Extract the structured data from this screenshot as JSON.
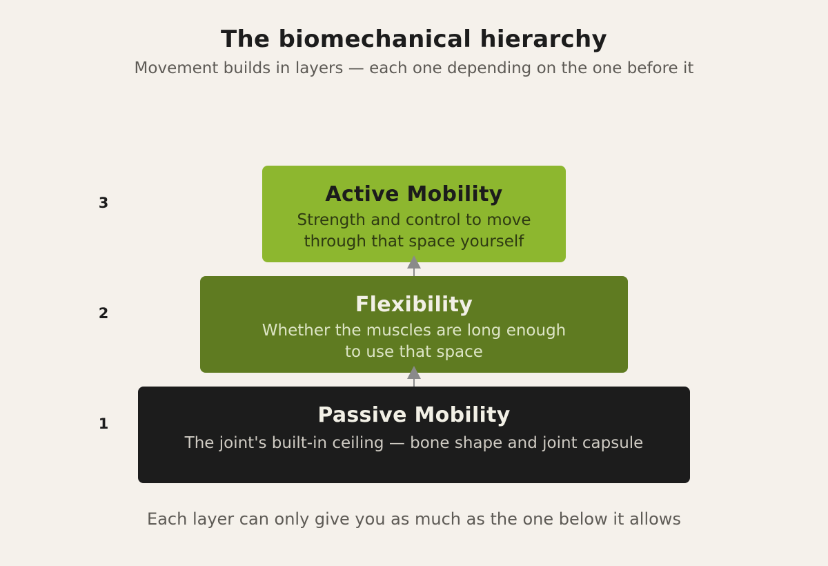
{
  "title": "The biomechanical hierarchy",
  "subtitle": "Movement builds in layers — each one depending on the one before it",
  "layers": [
    {
      "number": "3",
      "name": "Active Mobility",
      "description_lines": [
        "Strength and control to move",
        "through that space yourself"
      ],
      "color": "#8db72f"
    },
    {
      "number": "2",
      "name": "Flexibility",
      "description_lines": [
        "Whether the muscles are long enough",
        "to use that space"
      ],
      "color": "#5f7b21"
    },
    {
      "number": "1",
      "name": "Passive Mobility",
      "description_lines": [
        "The joint's built-in ceiling — bone shape and joint capsule"
      ],
      "color": "#1c1c1c"
    }
  ],
  "arrow_color": "#8a8a8a",
  "footer": "Each layer can only give you as much as the one below it allows"
}
